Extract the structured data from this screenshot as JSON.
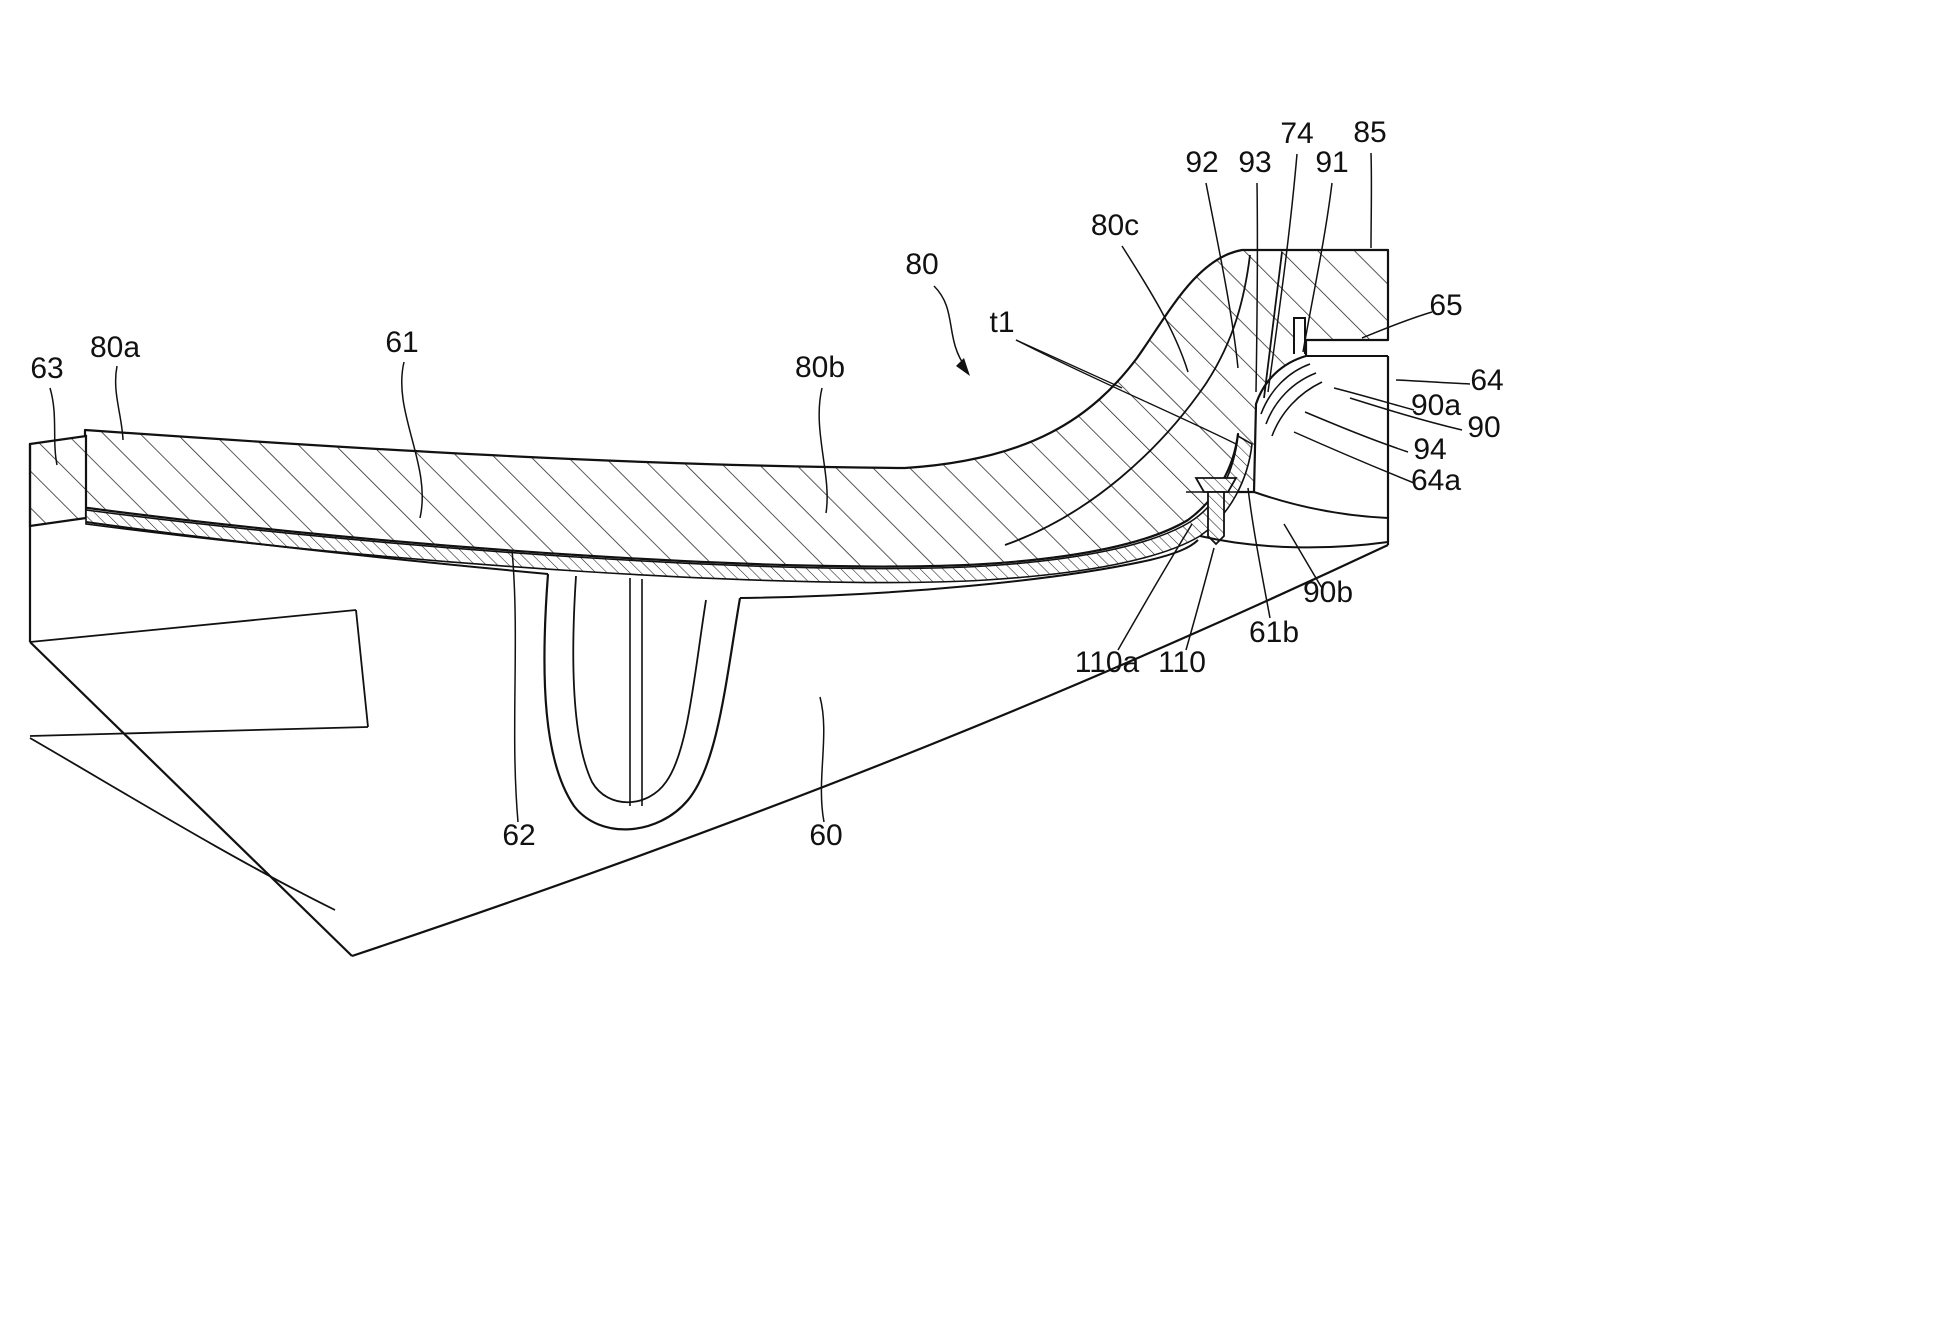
{
  "figure": {
    "kind": "patent-cross-section-drawing",
    "background_color": "#ffffff",
    "line_color": "#111111",
    "labels": {
      "l63": "63",
      "l80a": "80a",
      "l61": "61",
      "l80b": "80b",
      "l80": "80",
      "lt1": "t1",
      "l80c": "80c",
      "l92": "92",
      "l93": "93",
      "l74": "74",
      "l91": "91",
      "l85": "85",
      "l65": "65",
      "l64": "64",
      "l90a": "90a",
      "l90": "90",
      "l94": "94",
      "l64a": "64a",
      "l90b": "90b",
      "l61b": "61b",
      "l110a": "110a",
      "l110": "110",
      "l62": "62",
      "l60": "60"
    }
  }
}
